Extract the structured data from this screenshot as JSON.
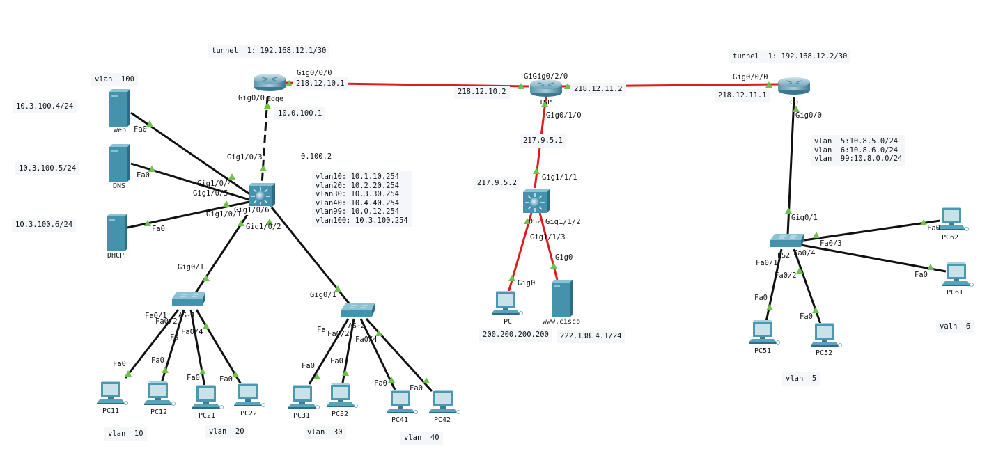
{
  "colors": {
    "ethernet": "#111111",
    "serial_wan": "#e01b1b",
    "port_up": "#6cc24a",
    "device_blue": "#3f8ea8",
    "note_bg": "#f4f6fa"
  },
  "notes": {
    "tunnel_edge": "tunnel  1: 192.168.12.1/30",
    "tunnel_cd": "tunnel  1: 192.168.12.2/30",
    "vlan100": "vlan  100",
    "web_ip": "10.3.100.4/24",
    "dns_ip": "10.3.100.5/24",
    "dhcp_ip": "10.3.100.6/24",
    "edge_gig000_ip": "218.12.10.1",
    "edge_inside_ip": "10.0.100.1",
    "core_gig103_ip": "0.100.2",
    "isp_left_ip": "218.12.10.2",
    "isp_right_ip": "218.12.11.2",
    "isp_down_ip": "217.9.5.1",
    "ds2_ip": "217.9.5.2",
    "cd_left_ip": "218.12.11.1",
    "pc_ip": "200.200.200.200",
    "cisco_ip": "222.138.4.1/24",
    "core_svi": "vlan10: 10.1.10.254\nvlan20: 10.2.20.254\nvlan30: 10.3.30.254\nvlan40: 10.4.40.254\nvlan99: 10.0.12.254\nvlan100: 10.3.100.254",
    "cd_vlans": "vlan  5:10.8.5.0/24\nvlan  6:10.8.6.0/24\nvlan  99:10.8.0.0/24",
    "vlan10": "vlan  10",
    "vlan20": "vlan  20",
    "vlan30": "vlan  30",
    "vlan40": "vlan  40",
    "vlan5": "vlan  5",
    "vlan6": "valn  6"
  },
  "devices": {
    "edge": "Edge",
    "isp": "ISP",
    "cd": "CD",
    "ds2": "DS2",
    "web": "web",
    "dns": "DNS",
    "dhcp": "DHCP",
    "as1": "AS-1",
    "as2": "AS-2",
    "ls2": "LS2",
    "pc": "PC",
    "cisco": "www.cisco",
    "pc11": "PC11",
    "pc12": "PC12",
    "pc21": "PC21",
    "pc22": "PC22",
    "pc31": "PC31",
    "pc32": "PC32",
    "pc41": "PC41",
    "pc42": "PC42",
    "pc51": "PC51",
    "pc52": "PC52",
    "pc61": "PC61",
    "pc62": "PC62"
  },
  "ports": {
    "edge_gig000": "Gig0/0/0",
    "edge_gig00": "Gig0/0",
    "isp_gig020": "GiGig0/2/0",
    "isp_gig010": "Gig0/1/0",
    "cd_gig000": "Gig0/0/0",
    "cd_gig00": "Gig0/0",
    "core_gig103": "Gig1/0/3",
    "core_gig104": "Gig1/0/4",
    "core_gig105": "Gig1/0/5",
    "core_gig106": "Gig1/0/6",
    "core_gig101": "Gig1/0/1",
    "core_gig102": "Gig1/0/2",
    "web_fa0": "Fa0",
    "dns_fa0": "Fa0",
    "dhcp_fa0": "Fa0",
    "as1_gig01": "Gig0/1",
    "as1_fa01": "Fa0/1",
    "as1_fa02": "Fa0/2",
    "as1_fa03": "Fa",
    "as1_fa04": "Fa0/4",
    "as2_gig01": "Gig0/1",
    "as2_fa01": "Fa",
    "as2_fa02": "Fa0/2",
    "as2_fa03": "F",
    "as2_fa04": "Fa0/4",
    "fa0": "Fa0",
    "ds2_gig111": "Gig1/1/1",
    "ds2_gig112": "Gig1/1/2",
    "ds2_gig113": "Gig1/1/3",
    "pc_gig0": "Gig0",
    "cisco_gig0": "Gig0",
    "ls2_gig01": "Gig0/1",
    "ls2_fa01": "Fa0/1",
    "ls2_fa02": "Fa0/2",
    "ls2_fa03": "Fa0/3",
    "ls2_fa04": "Fa0/4"
  }
}
